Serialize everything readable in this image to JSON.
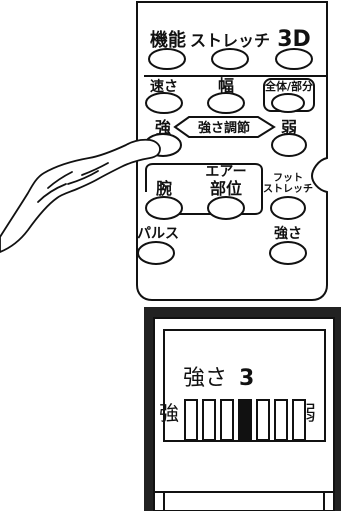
{
  "remote": {
    "buttons": {
      "kinou": "機能",
      "stretch": "ストレッチ",
      "three_d": "3D",
      "hayasa": "速さ",
      "haba": "幅",
      "zentai_bubun": "全体/部分",
      "strong": "強",
      "weak": "弱",
      "ude": "腕",
      "bui": "部位",
      "foot_line1": "フット",
      "foot_line2": "ストレッチ",
      "pulse": "パルス",
      "tsuyosa": "強さ"
    },
    "labels": {
      "adjust_center": "強さ調節",
      "air_section": "エアー"
    }
  },
  "display": {
    "title_prefix": "強さ",
    "title_level": "3",
    "left_label": "強",
    "right_label": "弱",
    "segments_total": 7,
    "active_segment": 4
  }
}
